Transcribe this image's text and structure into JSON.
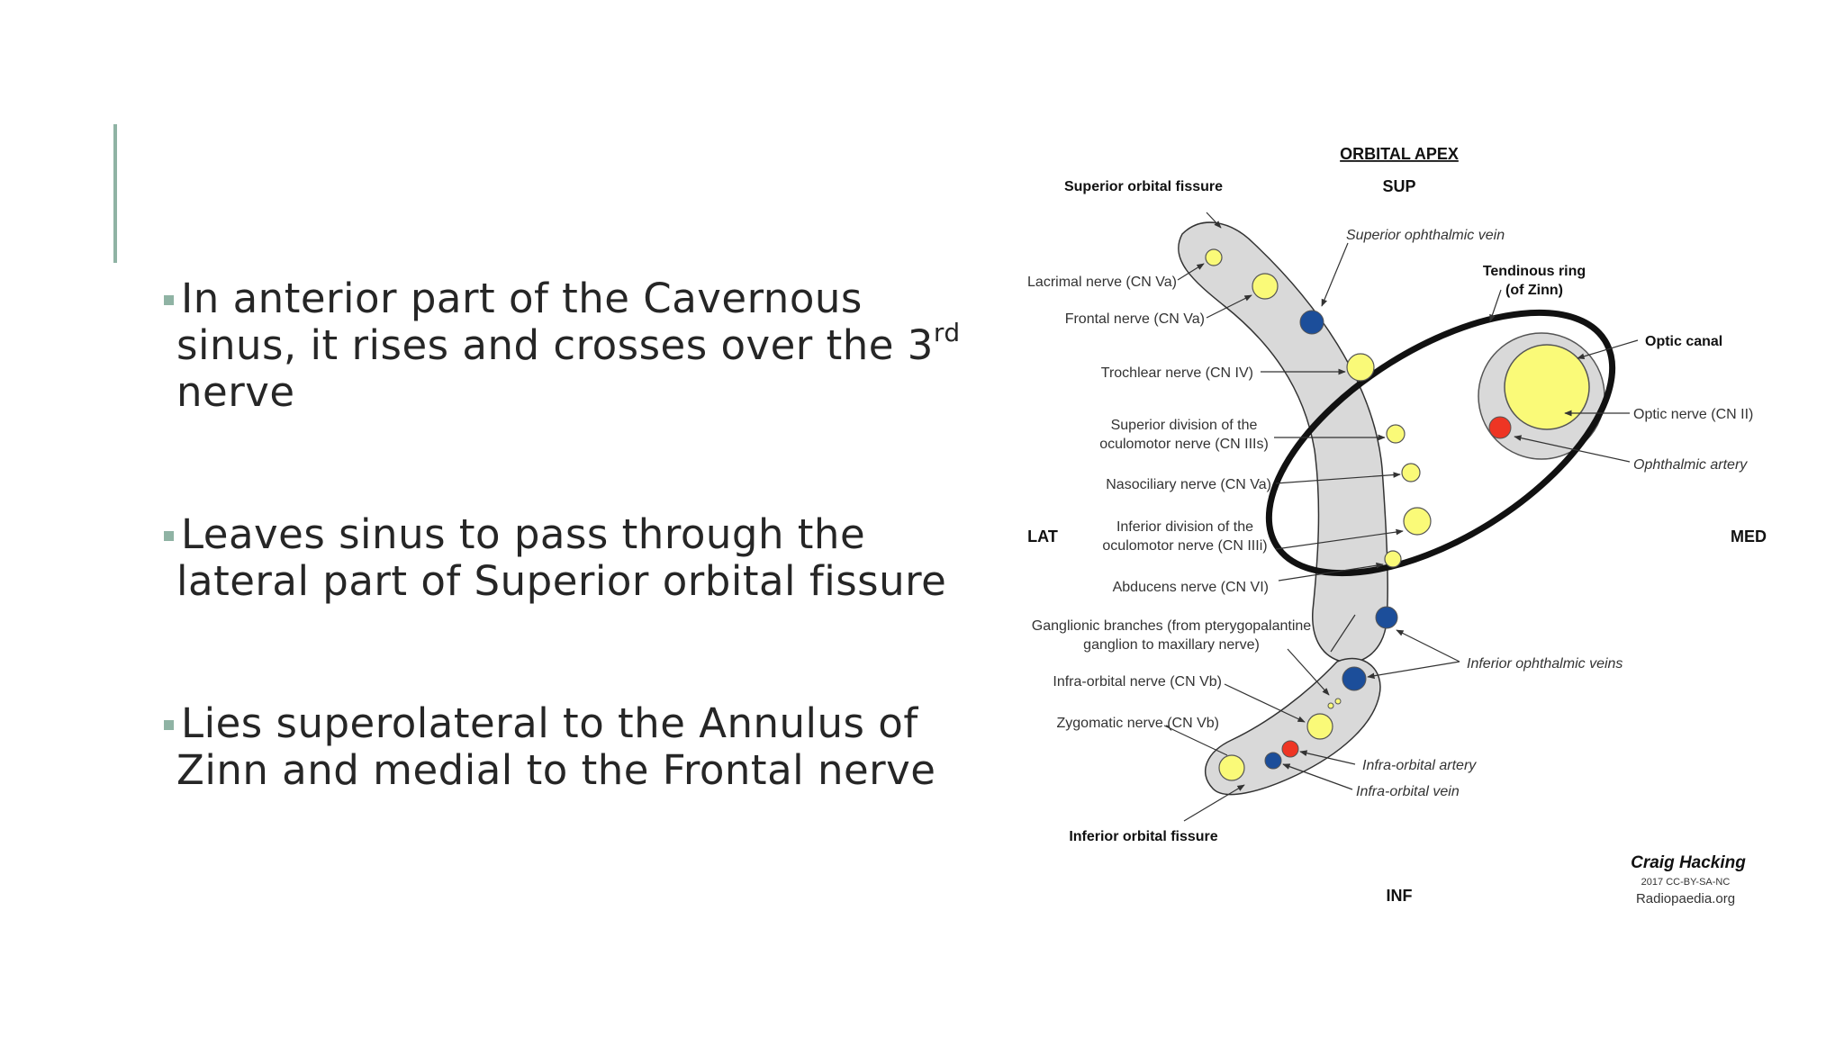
{
  "slide": {
    "bullets": [
      {
        "line1": "In anterior part of the Cavernous",
        "line2_pre": "sinus, it rises and crosses over the 3",
        "line2_sup": "rd",
        "line3": "nerve"
      },
      {
        "line1": "Leaves sinus to pass through the",
        "line2": "lateral part of Superior orbital fissure"
      },
      {
        "line1": "Lies superolateral to the Annulus of",
        "line2": "Zinn and medial to the Frontal nerve"
      }
    ]
  },
  "diagram": {
    "title": "ORBITAL APEX",
    "orientation": {
      "sup": "SUP",
      "inf": "INF",
      "lat": "LAT",
      "med": "MED"
    },
    "labels": {
      "superior_orbital_fissure": "Superior orbital fissure",
      "inferior_orbital_fissure": "Inferior orbital fissure",
      "superior_ophthalmic_vein": "Superior ophthalmic vein",
      "tendinous_ring_1": "Tendinous ring",
      "tendinous_ring_2": "(of Zinn)",
      "optic_canal": "Optic canal",
      "optic_nerve": "Optic nerve (CN II)",
      "ophthalmic_artery": "Ophthalmic artery",
      "lacrimal_nerve": "Lacrimal nerve (CN Va)",
      "frontal_nerve": "Frontal nerve (CN Va)",
      "trochlear_nerve": "Trochlear nerve (CN IV)",
      "superior_division_1": "Superior division of the",
      "superior_division_2": "oculomotor nerve (CN IIIs)",
      "nasociliary_nerve": "Nasociliary nerve (CN Va)",
      "inferior_division_1": "Inferior division of the",
      "inferior_division_2": "oculomotor nerve (CN IIIi)",
      "abducens_nerve": "Abducens nerve (CN VI)",
      "ganglionic_1": "Ganglionic branches (from pterygopalantine",
      "ganglionic_2": "ganglion to maxillary nerve)",
      "inferior_ophthalmic_veins": "Inferior ophthalmic veins",
      "infraorbital_nerve": "Infra-orbital nerve (CN Vb)",
      "zygomatic_nerve": "Zygomatic nerve (CN Vb)",
      "infraorbital_artery": "Infra-orbital artery",
      "infraorbital_vein": "Infra-orbital vein"
    },
    "credit": {
      "author": "Craig Hacking",
      "license": "2017 CC-BY-SA-NC",
      "site": "Radiopaedia.org"
    },
    "colors": {
      "nerve": "#fafa78",
      "vein": "#1c4e9a",
      "artery": "#ee3524",
      "fissure_fill": "#d9d9d9",
      "accent": "#8fb3a4"
    }
  }
}
